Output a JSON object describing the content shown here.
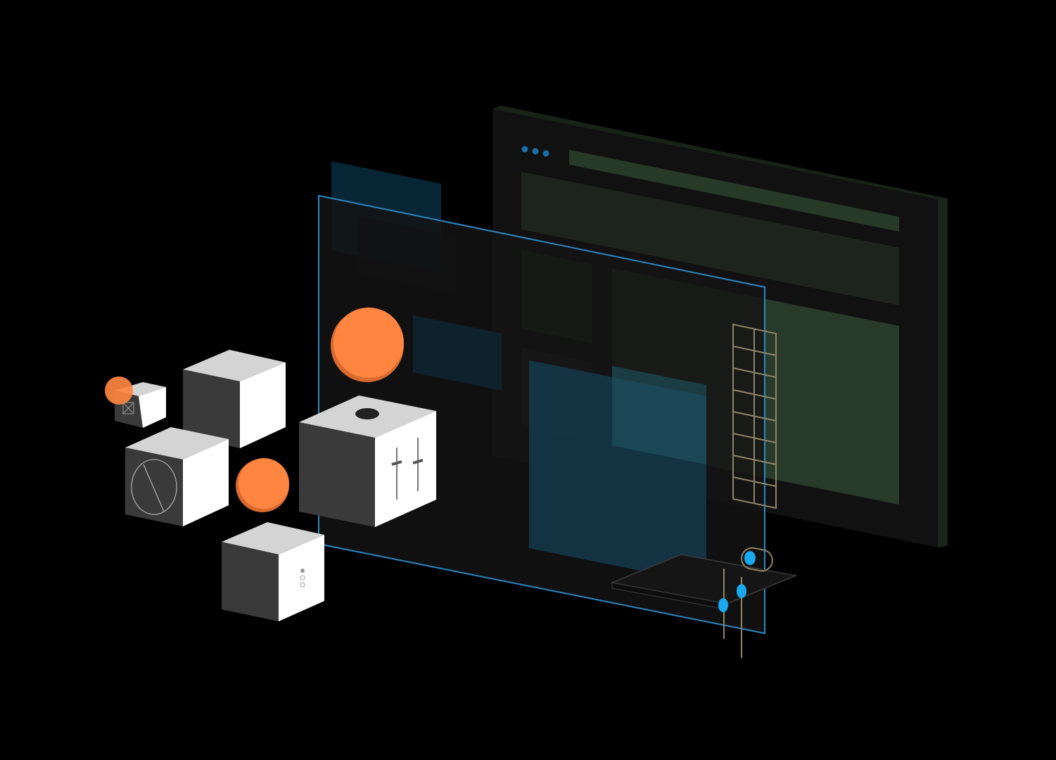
{
  "colors": {
    "background": "#000000",
    "window_frame": "#0f0f0f",
    "window_edge": "#1c2a1c",
    "panel_green_dark": "#1c241c",
    "panel_green": "#25362a",
    "panel_green_light": "#2a3e2c",
    "dot_blue": "#1a6fa8",
    "glass_frame": "#2a88c4",
    "glass_fill": "#1a1a1a",
    "glass_panel_blue": "#0f2f44",
    "glass_panel_teal": "#1b4a5a",
    "orange": "#ff8540",
    "orange_shade": "#d96a2e",
    "cube_top": "#d4d4d4",
    "cube_left": "#3a3a3a",
    "cube_right": "#ffffff",
    "grid_line": "#8f8466",
    "slider_knob": "#1aa8f0"
  },
  "illustration": {
    "browser_window": {
      "title_dots": 3
    },
    "cubes": [
      {
        "icon": "close-box-icon"
      },
      {
        "icon": "none"
      },
      {
        "icon": "dial-icon"
      },
      {
        "icon": "sliders-icon"
      },
      {
        "icon": "radio-options-icon"
      }
    ],
    "spheres": 3,
    "sliders": 2,
    "toggle": "on"
  }
}
